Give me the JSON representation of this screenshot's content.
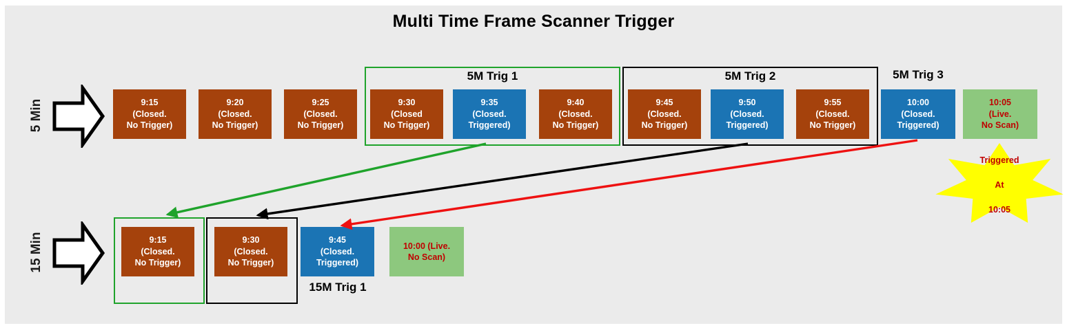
{
  "title": "Multi Time Frame Scanner Trigger",
  "colors": {
    "background": "#FFFFFF",
    "canvas": "#EBEBEB",
    "closed_no_trigger": "#A5420C",
    "closed_triggered": "#1B74B4",
    "live_no_scan": "#8DC87E",
    "box_text": "#FFFFFF",
    "live_text": "#C00000",
    "trig_green_border": "#1FA32B",
    "trig_black_border": "#000000",
    "arrow_green": "#1FA32B",
    "arrow_black": "#000000",
    "arrow_red": "#EE1111",
    "star_fill": "#FFFF00",
    "block_arrow_fill": "#FFFFFF",
    "block_arrow_stroke": "#000000"
  },
  "row_5min": {
    "label": "5 Min",
    "boxes": [
      {
        "text": "9:15\n(Closed.\nNo Trigger)",
        "state": "closed_no_trigger"
      },
      {
        "text": "9:20\n(Closed.\nNo Trigger)",
        "state": "closed_no_trigger"
      },
      {
        "text": "9:25\n(Closed.\nNo Trigger)",
        "state": "closed_no_trigger"
      },
      {
        "text": "9:30\n(Closed\nNo Trigger)",
        "state": "closed_no_trigger"
      },
      {
        "text": "9:35\n(Closed.\nTriggered)",
        "state": "closed_triggered"
      },
      {
        "text": "9:40\n(Closed.\nNo Trigger)",
        "state": "closed_no_trigger"
      },
      {
        "text": "9:45\n(Closed.\nNo Trigger)",
        "state": "closed_no_trigger"
      },
      {
        "text": "9:50\n(Closed.\nTriggered)",
        "state": "closed_triggered"
      },
      {
        "text": "9:55\n(Closed.\nNo Trigger)",
        "state": "closed_no_trigger"
      },
      {
        "text": "10:00\n(Closed.\nTriggered)",
        "state": "closed_triggered"
      },
      {
        "text": "10:05\n(Live.\nNo Scan)",
        "state": "live_no_scan"
      }
    ],
    "groups": [
      {
        "label": "5M Trig 1"
      },
      {
        "label": "5M Trig 2"
      },
      {
        "label": "5M Trig 3"
      }
    ]
  },
  "row_15min": {
    "label": "15 Min",
    "boxes": [
      {
        "text": "9:15\n(Closed.\nNo Trigger)",
        "state": "closed_no_trigger"
      },
      {
        "text": "9:30\n(Closed.\nNo Trigger)",
        "state": "closed_no_trigger"
      },
      {
        "text": "9:45\n(Closed.\nTriggered)",
        "state": "closed_triggered"
      },
      {
        "text": "10:00 (Live.\nNo Scan)",
        "state": "live_no_scan"
      }
    ],
    "group_label": "15M Trig 1"
  },
  "star": {
    "text": "Triggered\n\nAt\n\n10:05"
  }
}
